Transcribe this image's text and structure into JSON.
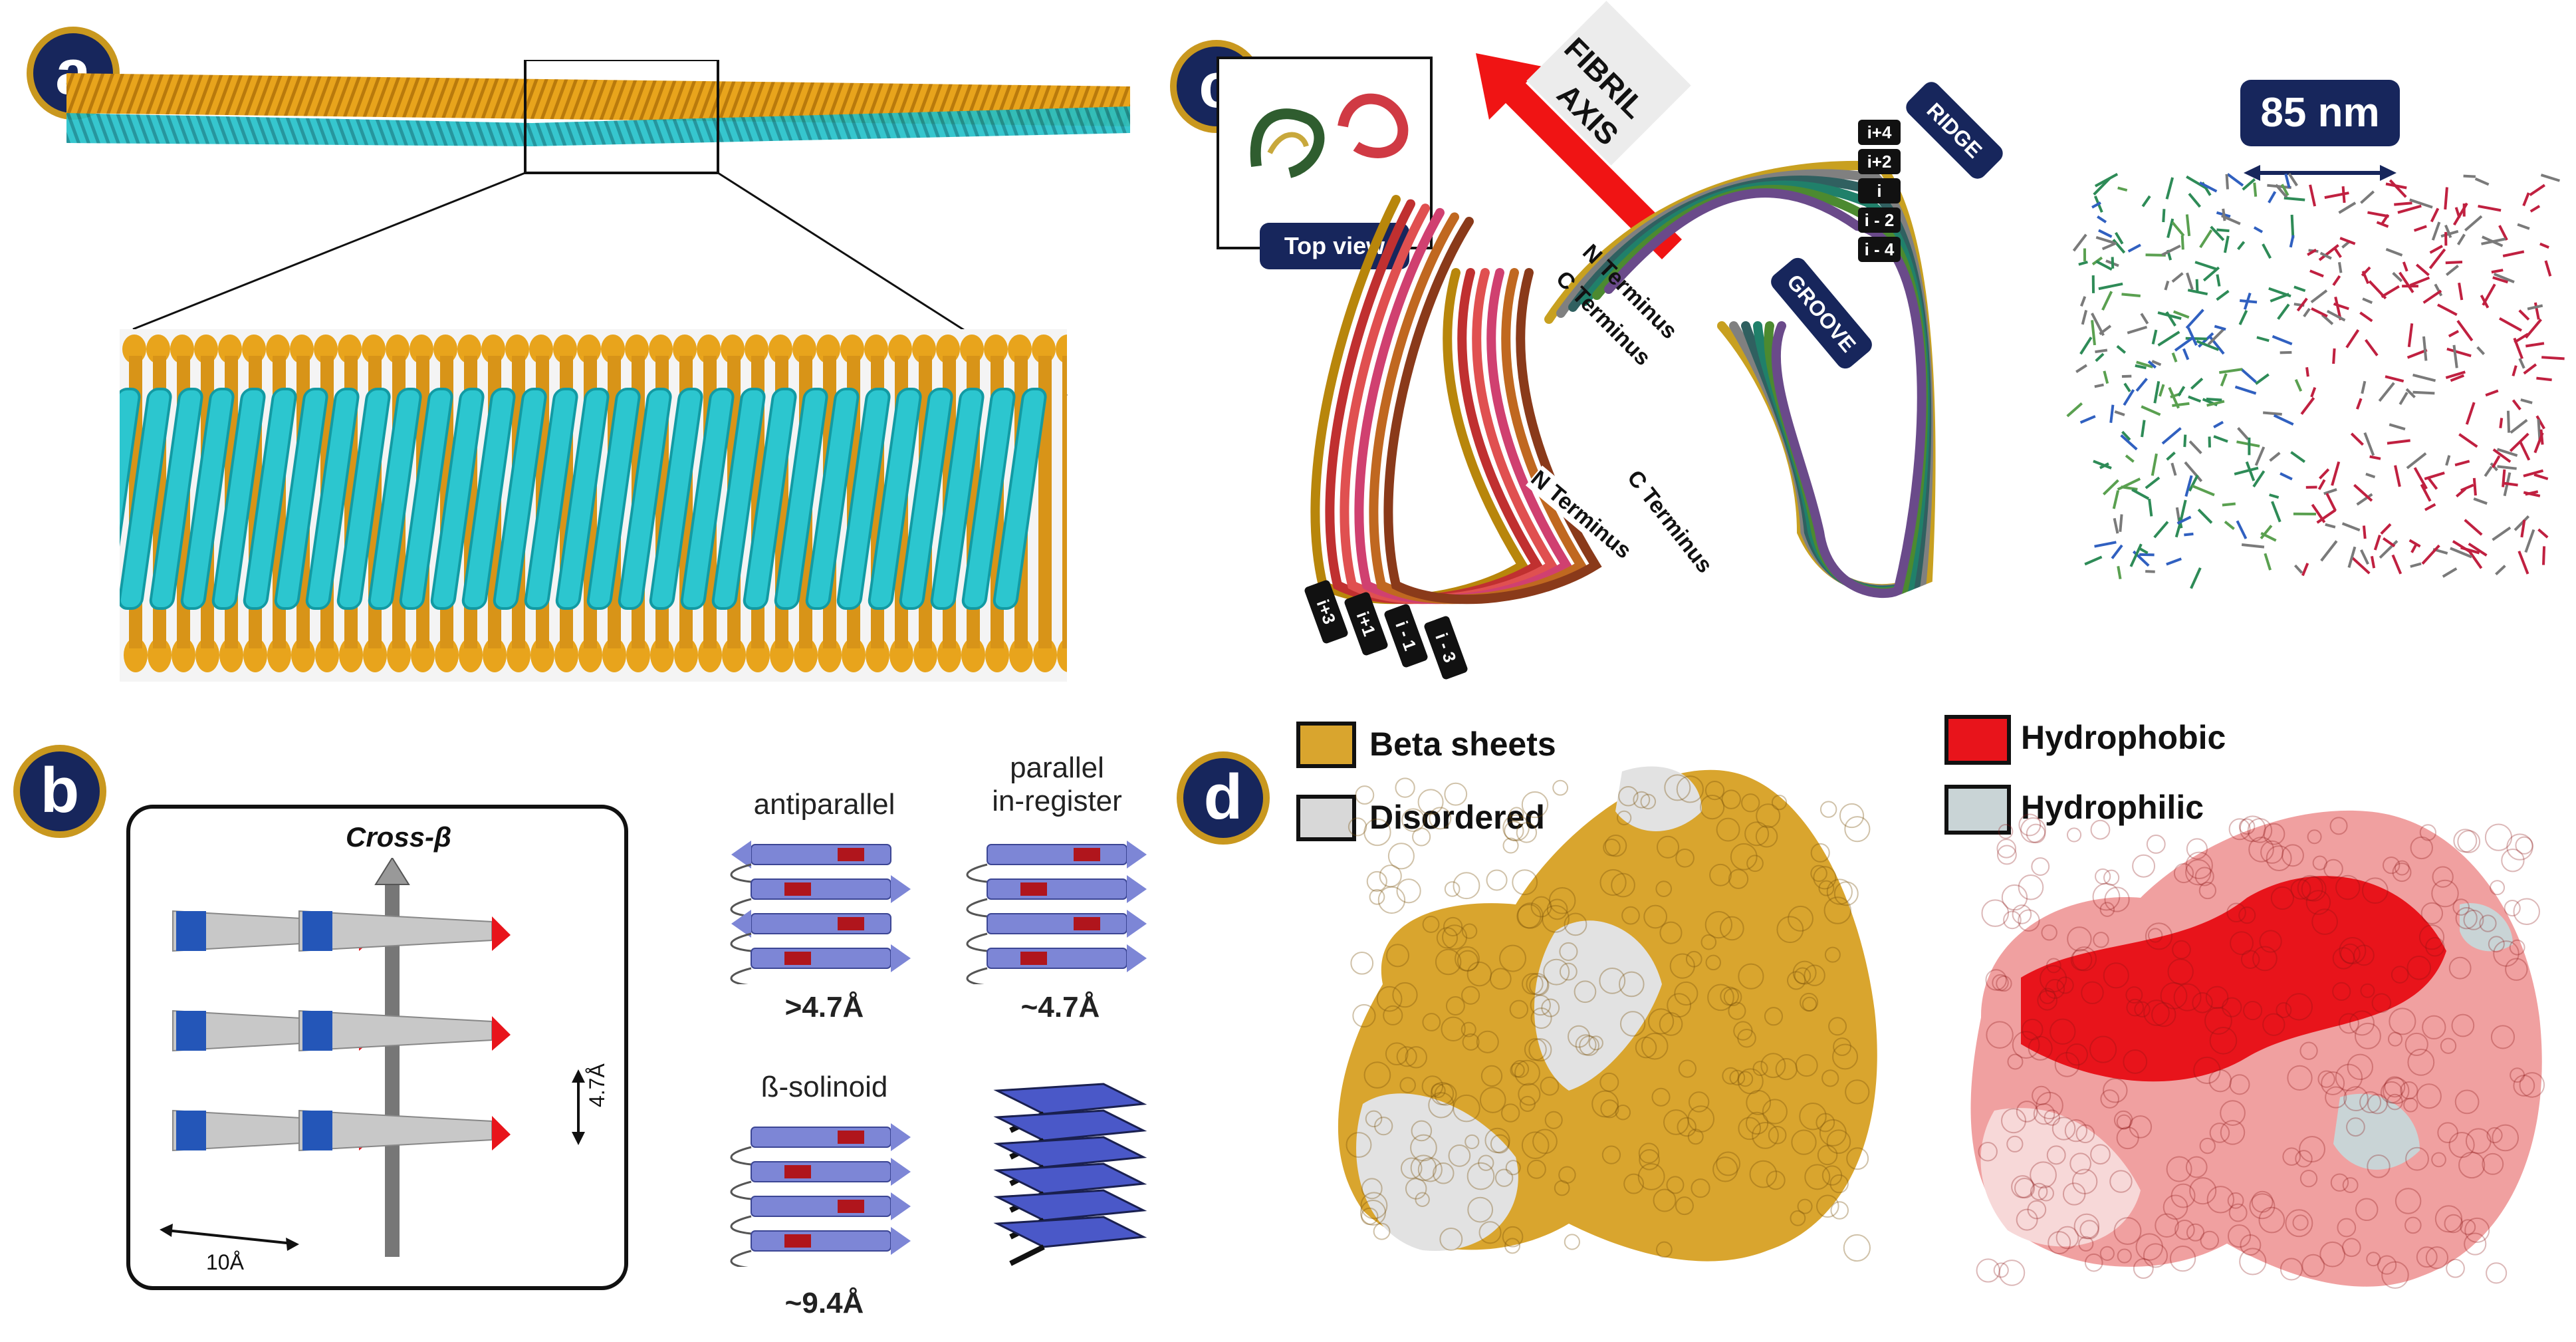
{
  "panels": {
    "a": {
      "label": "a"
    },
    "b": {
      "label": "b",
      "cross_beta": "Cross-β",
      "spacing_vertical": "4.7Å",
      "spacing_horizontal": "10Å",
      "types": [
        {
          "name": "antiparallel",
          "distance": ">4.7Å"
        },
        {
          "name": "parallel\nin-register",
          "distance": "~4.7Å"
        },
        {
          "name": "ß-solinoid",
          "distance": "~9.4Å"
        }
      ]
    },
    "c": {
      "label": "c",
      "top_view": "Top view",
      "fibril_axis_1": "FIBRIL",
      "fibril_axis_2": "AXIS",
      "ridge": "RIDGE",
      "groove": "GROOVE",
      "n_terminus_top": "N Terminus",
      "c_terminus_top": "C Terminus",
      "n_terminus_bottom": "N Terminus",
      "c_terminus_bottom": "C Terminus",
      "layers_right": [
        "i+4",
        "i+2",
        "i",
        "i - 2",
        "i - 4"
      ],
      "layers_left": [
        "i+3",
        "i+1",
        "i - 1",
        "i - 3"
      ],
      "scale": "85 nm"
    },
    "d": {
      "label": "d",
      "legend_left": [
        {
          "label": "Beta sheets",
          "color": "#d9a52e"
        },
        {
          "label": "Disordered",
          "color": "#d8d8d8"
        }
      ],
      "legend_right": [
        {
          "label": "Hydrophobic",
          "color": "#e8141b"
        },
        {
          "label": "Hydrophilic",
          "color": "#c9d4d6"
        }
      ]
    }
  }
}
